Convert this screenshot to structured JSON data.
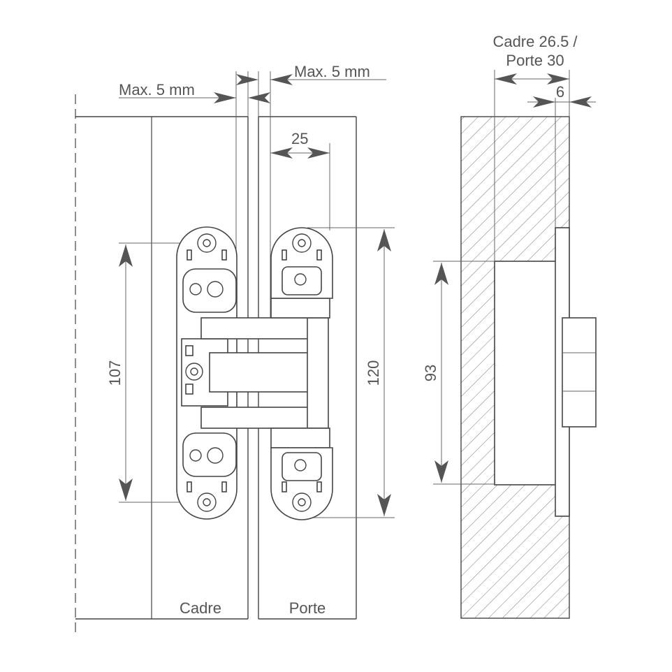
{
  "labels": {
    "max_left": "Max. 5 mm",
    "max_right": "Max. 5 mm",
    "dim_25": "25",
    "dim_107": "107",
    "dim_120": "120",
    "dim_93": "93",
    "dim_6": "6",
    "cadre_porte_line1": "Cadre 26.5 /",
    "cadre_porte_line2": "Porte 30",
    "cadre": "Cadre",
    "porte": "Porte"
  },
  "colors": {
    "line": "#444444",
    "text": "#555555",
    "hatch": "#777777",
    "background": "#ffffff"
  }
}
